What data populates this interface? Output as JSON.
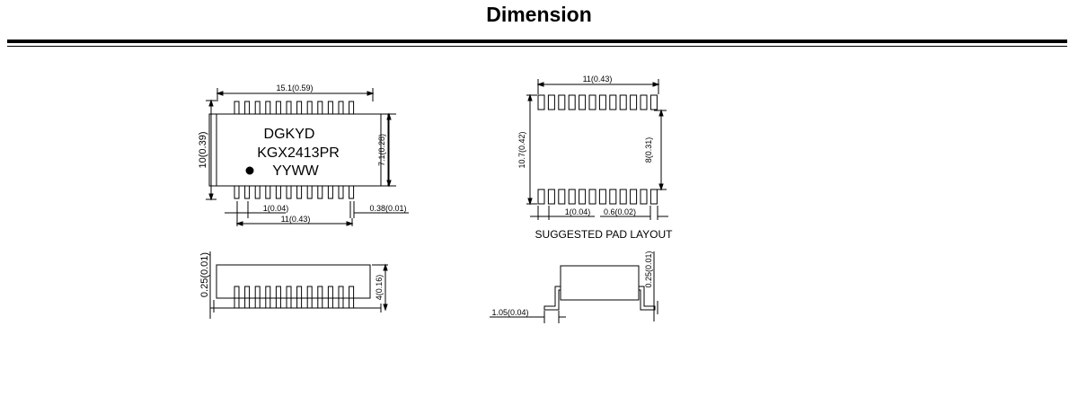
{
  "title": "Dimension",
  "top_view": {
    "width_dim": "15.1(0.59)",
    "height_dim": "10(0.39)",
    "body_dim": "7.1(0.28)",
    "pitch_dim": "1(0.04)",
    "pin_width_dim": "0.38(0.01)",
    "span_dim": "11(0.43)",
    "marking": {
      "line1": "DGKYD",
      "line2": "KGX2413PR",
      "line3": "YYWW"
    }
  },
  "side_view": {
    "lead_dim": "0.25(0.01)",
    "height_dim": "4(0.16)"
  },
  "pad_layout": {
    "width_dim": "11(0.43)",
    "height_dim": "10.7(0.42)",
    "inner_dim": "8(0.31)",
    "pitch_dim": "1(0.04)",
    "pad_width_dim": "0.6(0.02)",
    "caption": "SUGGESTED PAD LAYOUT"
  },
  "end_view": {
    "lead_dim": "0.25(0.01)",
    "foot_dim": "1.05(0.04)"
  },
  "colors": {
    "line": "#000000",
    "background": "#ffffff"
  }
}
